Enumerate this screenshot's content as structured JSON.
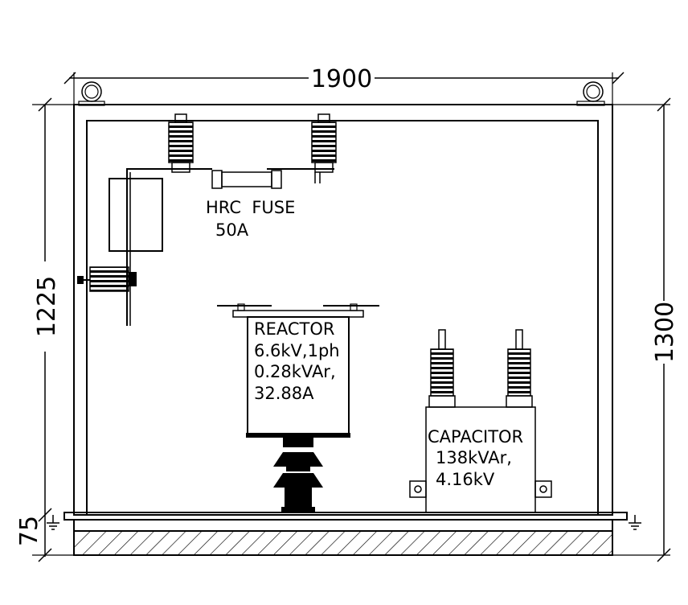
{
  "dimensions": {
    "width": "1900",
    "left_height": "1225",
    "right_height": "1300",
    "base": "75"
  },
  "fuse": {
    "line1": "HRC  FUSE",
    "line2": "50A"
  },
  "reactor": {
    "line1": "REACTOR",
    "line2": "6.6kV,1ph",
    "line3": "0.28kVAr,",
    "line4": "32.88A"
  },
  "capacitor": {
    "line1": "CAPACITOR",
    "line2": "138kVAr,",
    "line3": "4.16kV"
  },
  "icons": [
    "lifting-lug-icon",
    "insulator-bushing-icon",
    "ground-symbol-icon",
    "fuse-icon"
  ]
}
